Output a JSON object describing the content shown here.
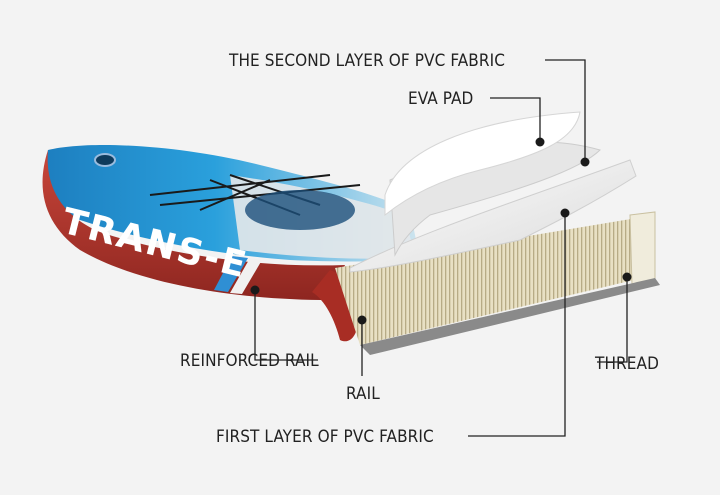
{
  "board": {
    "brand_text": "TRANS-E"
  },
  "labels": {
    "second_layer_pvc": "THE SECOND LAYER OF PVC FABRIC",
    "eva_pad": "EVA PAD",
    "reinforced_rail": "REINFORCED RAIL",
    "rail": "RAIL",
    "thread": "THREAD",
    "first_layer_pvc": "FIRST LAYER OF PVC FABRIC"
  },
  "colors": {
    "rail_red": "#b8362b",
    "deck_blue": "#1f8fd0",
    "background": "#f3f3f3",
    "leader_line": "#222222"
  }
}
